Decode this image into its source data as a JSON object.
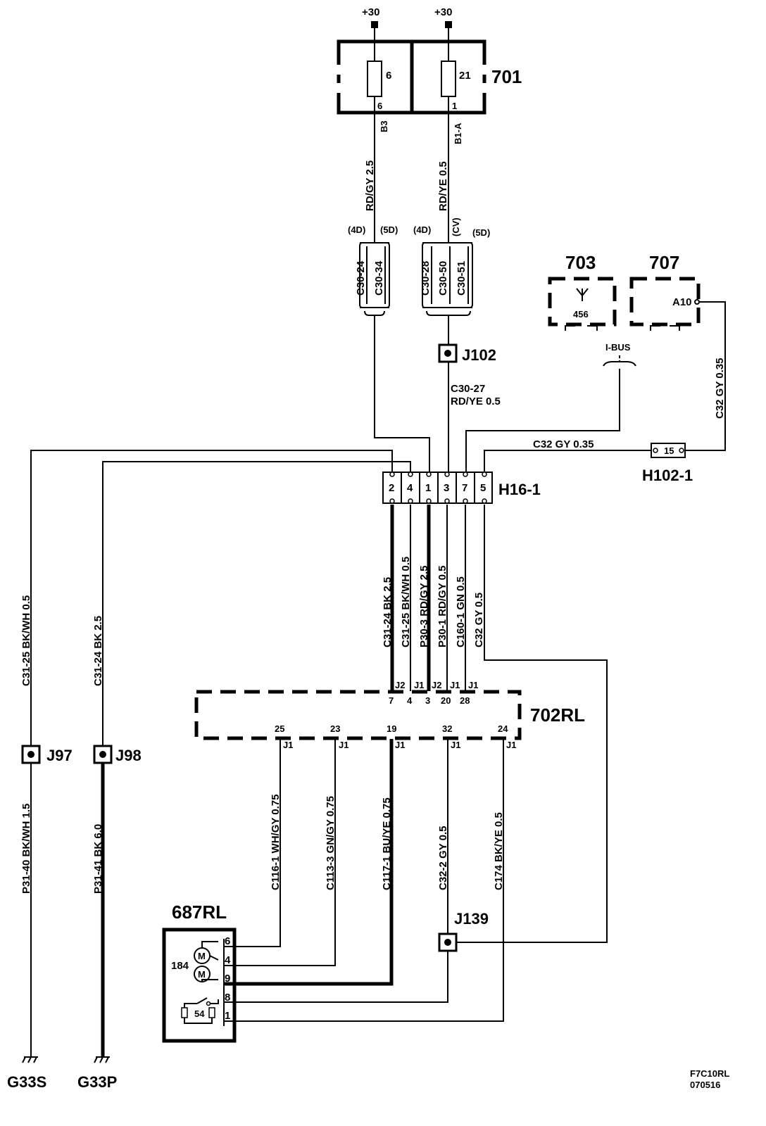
{
  "supply": {
    "left": "+30",
    "right": "+30"
  },
  "fuse_box": {
    "id": "701",
    "fuse_a": "6",
    "pin_a": "6",
    "fuse_b": "21",
    "pin_b": "1",
    "term_a": "B3",
    "term_b": "B1-A"
  },
  "wires_top": {
    "a": "RD/GY  2.5",
    "b": "RD/YE  0.5"
  },
  "variants": {
    "l1": "(4D)",
    "l2": "(5D)",
    "l3": "(4D)",
    "l4": "(CV)",
    "l5": "(5D)"
  },
  "connectors": {
    "c1": "C30-24",
    "c2": "C30-34",
    "c3": "C30-28",
    "c4": "C30-50",
    "c5": "C30-51"
  },
  "j102": {
    "id": "J102",
    "wire": "C30-27",
    "color": "RD/YE  0.5"
  },
  "module_703": {
    "id": "703",
    "pin": "456"
  },
  "module_707": {
    "id": "707",
    "pin": "A10"
  },
  "ibus": "I-BUS",
  "c32_vertical": "C32  GY  0.35",
  "c32_horizontal": "C32   GY   0.35",
  "h102": {
    "id": "H102-1",
    "pin": "15"
  },
  "h16": {
    "id": "H16-1",
    "pins": [
      "2",
      "4",
      "1",
      "3",
      "7",
      "5"
    ]
  },
  "h16_wires": [
    "C31-24  BK   2.5",
    "C31-25  BK/WH  0.5",
    "P30-3   RD/GY  2.5",
    "P30-1   RD/GY  0.5",
    "C160-1  GN    0.5",
    "C32   GY   0.5"
  ],
  "left_wires": {
    "a": "C31-25  BK/WH   0.5",
    "b": "C31-24  BK   2.5",
    "c": "P31-40  BK/WH   1.5",
    "d": "P31-41   BK   6.0"
  },
  "junctions": {
    "j97": "J97",
    "j98": "J98",
    "j139": "J139"
  },
  "module_702": {
    "id": "702RL",
    "top_conn": [
      "J2",
      "J1",
      "J2",
      "J1",
      "J1"
    ],
    "top_pins": [
      "7",
      "4",
      "3",
      "20",
      "28"
    ],
    "bot_pins": [
      "25",
      "23",
      "19",
      "32",
      "24"
    ],
    "bot_conn": [
      "J1",
      "J1",
      "J1",
      "J1",
      "J1"
    ]
  },
  "bottom_wires": [
    "C116-1  WH/GY   0.75",
    "C113-3  GN/GY   0.75",
    "C117-1 BU/YE    0.75",
    "C32-2   GY   0.5",
    "C174  BK/YE   0.5"
  ],
  "module_687": {
    "id": "687RL",
    "motor_label": "184",
    "switch_label": "54",
    "pins": [
      "6",
      "4",
      "9",
      "8",
      "1"
    ],
    "motor_glyph": "M"
  },
  "grounds": {
    "g1": "G33S",
    "g2": "G33P"
  },
  "footer": {
    "code": "F7C10RL",
    "date": "070516"
  }
}
